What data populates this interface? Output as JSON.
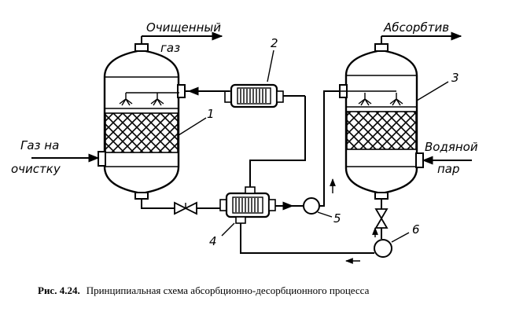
{
  "labels": {
    "purified_gas_line1": "Очищенный",
    "purified_gas_line2": "газ",
    "absorbate": "Абсорбтив",
    "gas_in_line1": "Газ на",
    "gas_in_line2": "очистку",
    "steam_line1": "Водяной",
    "steam_line2": "пар"
  },
  "numbers": {
    "absorber": "1",
    "cooler": "2",
    "desorber": "3",
    "heat_exchanger": "4",
    "pump_5": "5",
    "pump_6": "6"
  },
  "caption": {
    "figure": "Рис. 4.24.",
    "text": "Принципиальная схема абсорбционно-десорбционного процесса"
  }
}
